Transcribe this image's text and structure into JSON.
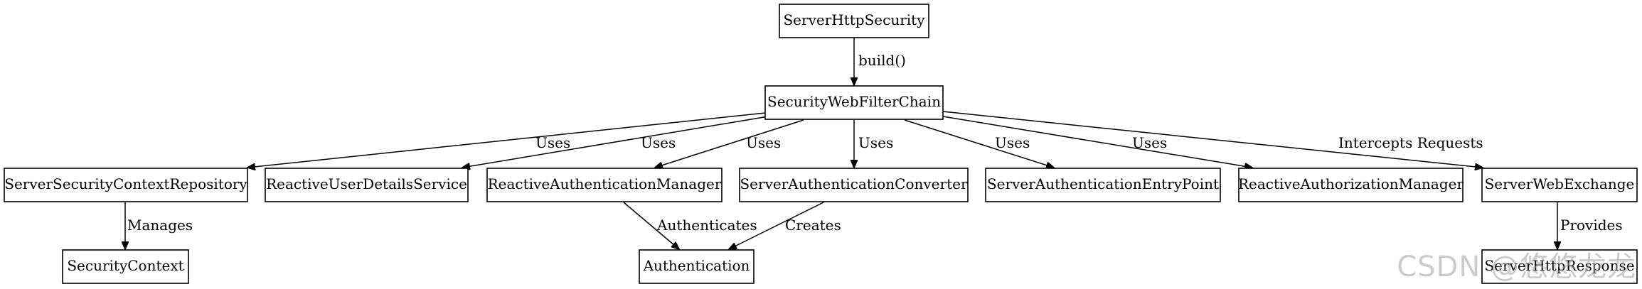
{
  "nodes": {
    "server_http_security": "ServerHttpSecurity",
    "security_web_filter_chain": "SecurityWebFilterChain",
    "server_security_context_repository": "ServerSecurityContextRepository",
    "reactive_user_details_service": "ReactiveUserDetailsService",
    "reactive_authentication_manager": "ReactiveAuthenticationManager",
    "server_authentication_converter": "ServerAuthenticationConverter",
    "server_authentication_entry_point": "ServerAuthenticationEntryPoint",
    "reactive_authorization_manager": "ReactiveAuthorizationManager",
    "server_web_exchange": "ServerWebExchange",
    "security_context": "SecurityContext",
    "authentication": "Authentication",
    "server_http_response": "ServerHttpResponse"
  },
  "edges": {
    "build": "build()",
    "uses_1": "Uses",
    "uses_2": "Uses",
    "uses_3": "Uses",
    "uses_4": "Uses",
    "uses_5": "Uses",
    "uses_6": "Uses",
    "intercepts": "Intercepts Requests",
    "manages": "Manages",
    "authenticates": "Authenticates",
    "creates": "Creates",
    "provides": "Provides"
  },
  "watermark": "CSDN @悠悠龙龙"
}
